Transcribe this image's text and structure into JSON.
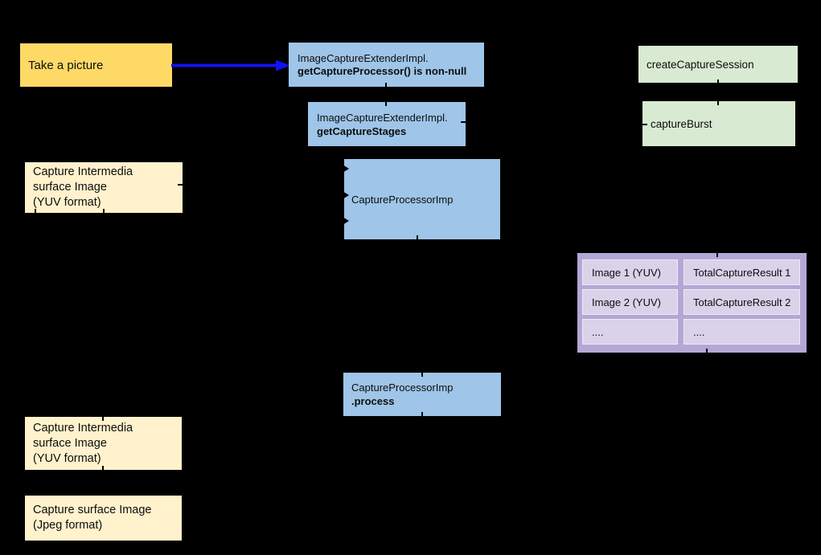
{
  "colors": {
    "background": "#000000",
    "yellow": "#ffd966",
    "cream": "#fff2cc",
    "blue": "#9fc5e8",
    "green": "#d9ead3",
    "purple": "#b4a7d6",
    "purple_light": "#d9d2e9",
    "arrow_blue": "#1212f2",
    "text": "#0d0d0d"
  },
  "nodes": {
    "take_picture": {
      "label": "Take a picture"
    },
    "get_capture_processor": {
      "line1": "ImageCaptureExtenderImpl.",
      "line2": "getCaptureProcessor() is non-null"
    },
    "get_capture_stages": {
      "line1": "ImageCaptureExtenderImpl.",
      "line2": "getCaptureStages"
    },
    "create_capture_session": {
      "label": "createCaptureSession"
    },
    "capture_burst": {
      "label": "captureBurst"
    },
    "intermedia_surface_top": {
      "line1": "Capture Intermedia",
      "line2": "surface Image",
      "line3": "(YUV format)"
    },
    "capture_processor_imp": {
      "label": "CaptureProcessorImp"
    },
    "capture_processor_process": {
      "line1": "CaptureProcessorImp",
      "line2": ".process"
    },
    "intermedia_surface_bottom": {
      "line1": "Capture Intermedia",
      "line2": "surface Image",
      "line3": "(YUV format)"
    },
    "capture_surface_jpeg": {
      "line1": "Capture surface Image",
      "line2": "(Jpeg format)"
    }
  },
  "table": {
    "rows": [
      [
        "Image 1 (YUV)",
        "TotalCaptureResult 1"
      ],
      [
        "Image 2 (YUV)",
        "TotalCaptureResult 2"
      ],
      [
        "....",
        "...."
      ]
    ]
  }
}
